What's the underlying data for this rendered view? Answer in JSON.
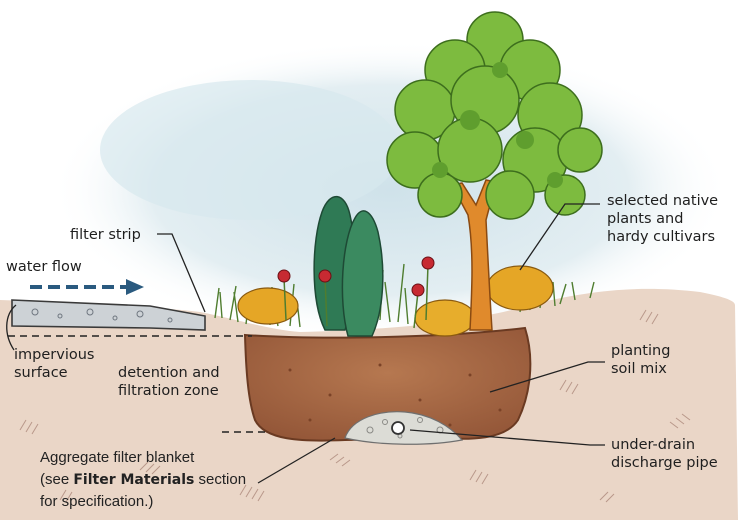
{
  "labels": {
    "water_flow": "water flow",
    "filter_strip": "filter strip",
    "impervious_1": "impervious",
    "impervious_2": "surface",
    "detention_1": "detention and",
    "detention_2": "filtration zone",
    "native_1": "selected native",
    "native_2": "plants and",
    "native_3": "hardy cultivars",
    "soil_1": "planting",
    "soil_2": "soil mix",
    "drain_1": "under-drain",
    "drain_2": "discharge pipe"
  },
  "caption": {
    "line1": "Aggregate filter blanket",
    "line2_pre": "(see ",
    "line2_bold": "Filter Materials",
    "line2_post": " section",
    "line3": "for specification.)"
  },
  "colors": {
    "sky": "#dce9ef",
    "ground": "#e9d3c4",
    "soil": "#a9673f",
    "aggregate": "#d9d9d4",
    "tree_canopy": "#7dbb3f",
    "trunk": "#e08a2c",
    "shrub": "#e5a626",
    "evergreen": "#2f7a55",
    "flower": "#c72a32",
    "arrow": "#2a5a7f"
  }
}
